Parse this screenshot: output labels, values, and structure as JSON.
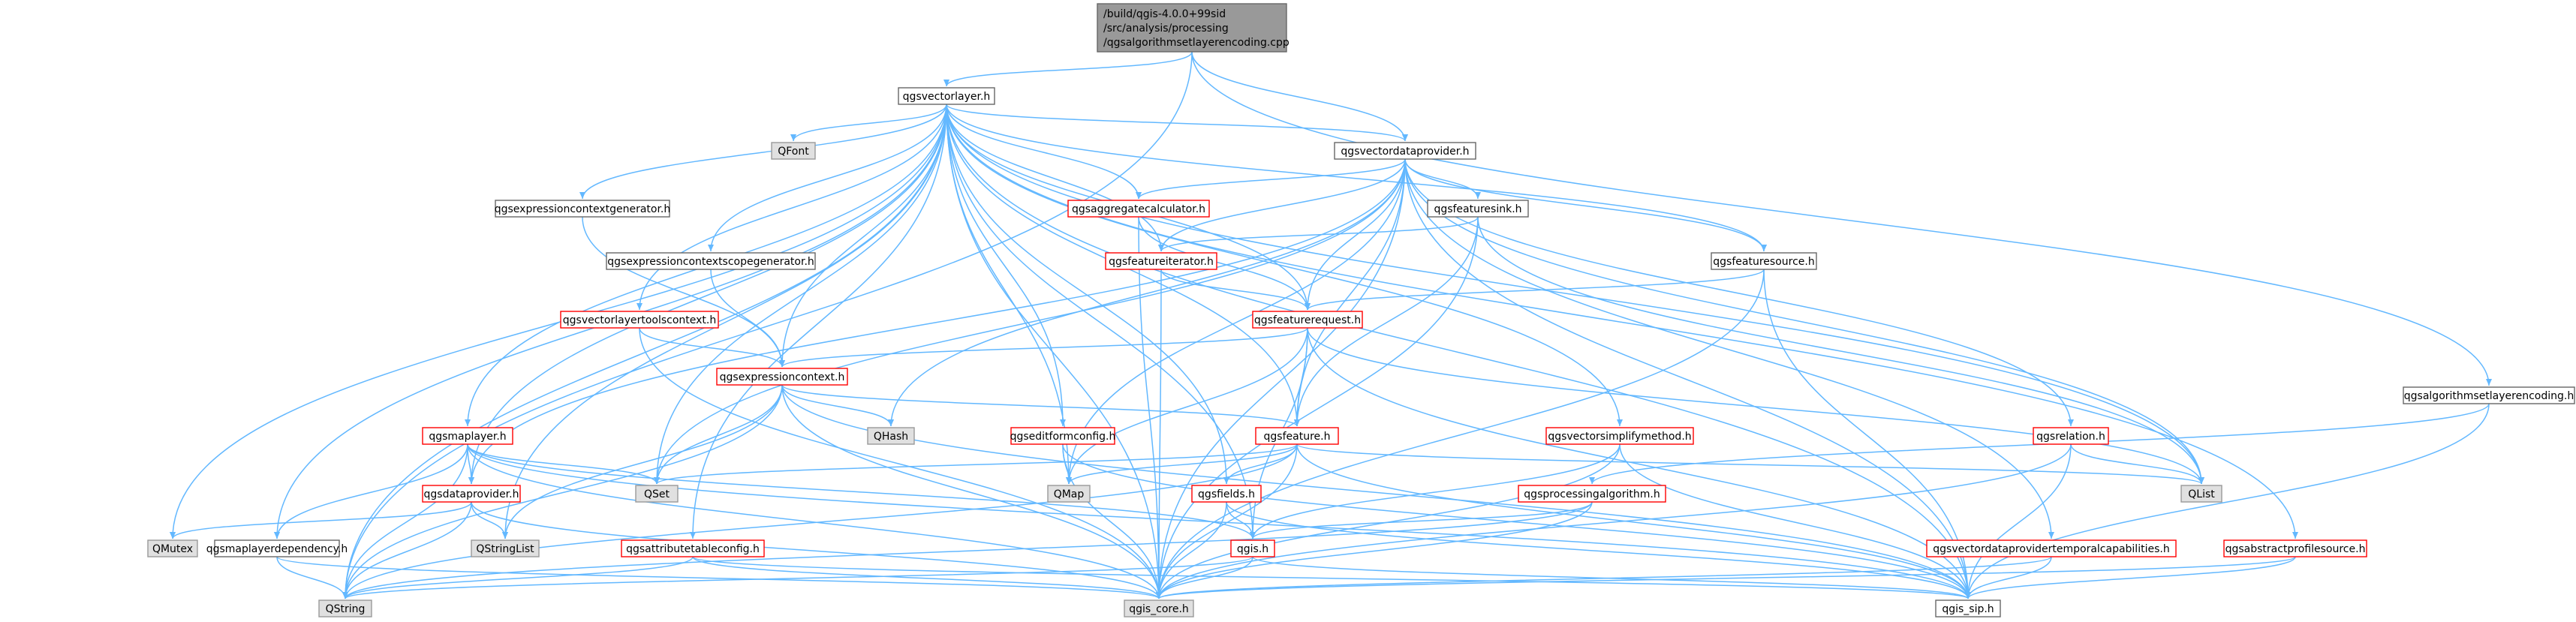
{
  "colors": {
    "edge": "#63b8ff",
    "root_fill": "#999999",
    "root_stroke": "#666666",
    "normal_fill": "#ffffff",
    "normal_stroke": "#666666",
    "red_stroke": "#ff0000",
    "gray_fill": "#e0e0e0",
    "gray_stroke": "#999999"
  },
  "nodes": [
    {
      "id": "root",
      "label": [
        "/build/qgis-4.0.0+99sid",
        "/src/analysis/processing",
        "/qgsalgorithmsetlayerencoding.cpp"
      ],
      "style": "root"
    },
    {
      "id": "vectorlayer",
      "label": [
        "qgsvectorlayer.h"
      ],
      "style": "normal"
    },
    {
      "id": "vectordataprovider",
      "label": [
        "qgsvectordataprovider.h"
      ],
      "style": "normal"
    },
    {
      "id": "algsetlayerenc",
      "label": [
        "qgsalgorithmsetlayerencoding.h"
      ],
      "style": "normal"
    },
    {
      "id": "qfont",
      "label": [
        "QFont"
      ],
      "style": "gray"
    },
    {
      "id": "exprctxgen",
      "label": [
        "qgsexpressioncontextgenerator.h"
      ],
      "style": "normal"
    },
    {
      "id": "exprscopegen",
      "label": [
        "qgsexpressioncontextscopegenerator.h"
      ],
      "style": "normal"
    },
    {
      "id": "aggcalc",
      "label": [
        "qgsaggregatecalculator.h"
      ],
      "style": "red"
    },
    {
      "id": "featuresink",
      "label": [
        "qgsfeaturesink.h"
      ],
      "style": "normal"
    },
    {
      "id": "featureiterator",
      "label": [
        "qgsfeatureiterator.h"
      ],
      "style": "red"
    },
    {
      "id": "featuresource",
      "label": [
        "qgsfeaturesource.h"
      ],
      "style": "normal"
    },
    {
      "id": "vltoolsctx",
      "label": [
        "qgsvectorlayertoolscontext.h"
      ],
      "style": "red"
    },
    {
      "id": "featurerequest",
      "label": [
        "qgsfeaturerequest.h"
      ],
      "style": "red"
    },
    {
      "id": "exprctx",
      "label": [
        "qgsexpressioncontext.h"
      ],
      "style": "red"
    },
    {
      "id": "maplayer",
      "label": [
        "qgsmaplayer.h"
      ],
      "style": "red"
    },
    {
      "id": "editformconfig",
      "label": [
        "qgseditformconfig.h"
      ],
      "style": "red"
    },
    {
      "id": "qhash",
      "label": [
        "QHash"
      ],
      "style": "gray"
    },
    {
      "id": "feature",
      "label": [
        "qgsfeature.h"
      ],
      "style": "red"
    },
    {
      "id": "relation",
      "label": [
        "qgsrelation.h"
      ],
      "style": "red"
    },
    {
      "id": "qset",
      "label": [
        "QSet"
      ],
      "style": "gray"
    },
    {
      "id": "qmap",
      "label": [
        "QMap"
      ],
      "style": "gray"
    },
    {
      "id": "qlist",
      "label": [
        "QList"
      ],
      "style": "gray"
    },
    {
      "id": "dataprovider",
      "label": [
        "qgsdataprovider.h"
      ],
      "style": "red"
    },
    {
      "id": "fields",
      "label": [
        "qgsfields.h"
      ],
      "style": "red"
    },
    {
      "id": "procalg",
      "label": [
        "qgsprocessingalgorithm.h"
      ],
      "style": "red"
    },
    {
      "id": "vsimplify",
      "label": [
        "qgsvectorsimplifymethod.h"
      ],
      "style": "red"
    },
    {
      "id": "qmutex",
      "label": [
        "QMutex"
      ],
      "style": "gray"
    },
    {
      "id": "mapdep",
      "label": [
        "qgsmaplayerdependency.h"
      ],
      "style": "normal"
    },
    {
      "id": "qstringlist",
      "label": [
        "QStringList"
      ],
      "style": "gray"
    },
    {
      "id": "attrtable",
      "label": [
        "qgsattributetableconfig.h"
      ],
      "style": "red"
    },
    {
      "id": "qgis",
      "label": [
        "qgis.h"
      ],
      "style": "red"
    },
    {
      "id": "vdptemporal",
      "label": [
        "qgsvectordataprovidertemporalcapabilities.h"
      ],
      "style": "red"
    },
    {
      "id": "abstractprofile",
      "label": [
        "qgsabstractprofilesource.h"
      ],
      "style": "red"
    },
    {
      "id": "qstring",
      "label": [
        "QString"
      ],
      "style": "gray"
    },
    {
      "id": "qgiscore",
      "label": [
        "qgis_core.h"
      ],
      "style": "gray"
    },
    {
      "id": "qgissip",
      "label": [
        "qgis_sip.h"
      ],
      "style": "normal"
    }
  ],
  "edges": [
    [
      "root",
      "vectorlayer"
    ],
    [
      "root",
      "vectordataprovider"
    ],
    [
      "root",
      "algsetlayerenc"
    ],
    [
      "root",
      "qstring"
    ],
    [
      "vectorlayer",
      "qfont"
    ],
    [
      "vectorlayer",
      "vectordataprovider"
    ],
    [
      "vectorlayer",
      "exprctxgen"
    ],
    [
      "vectorlayer",
      "exprscopegen"
    ],
    [
      "vectorlayer",
      "aggcalc"
    ],
    [
      "vectorlayer",
      "featureiterator"
    ],
    [
      "vectorlayer",
      "featuresource"
    ],
    [
      "vectorlayer",
      "vltoolsctx"
    ],
    [
      "vectorlayer",
      "featurerequest"
    ],
    [
      "vectorlayer",
      "exprctx"
    ],
    [
      "vectorlayer",
      "maplayer"
    ],
    [
      "vectorlayer",
      "editformconfig"
    ],
    [
      "vectorlayer",
      "feature"
    ],
    [
      "vectorlayer",
      "qset"
    ],
    [
      "vectorlayer",
      "qmap"
    ],
    [
      "vectorlayer",
      "qlist"
    ],
    [
      "vectorlayer",
      "dataprovider"
    ],
    [
      "vectorlayer",
      "fields"
    ],
    [
      "vectorlayer",
      "vsimplify"
    ],
    [
      "vectorlayer",
      "qmutex"
    ],
    [
      "vectorlayer",
      "mapdep"
    ],
    [
      "vectorlayer",
      "qstringlist"
    ],
    [
      "vectorlayer",
      "attrtable"
    ],
    [
      "vectorlayer",
      "abstractprofile"
    ],
    [
      "vectorlayer",
      "qstring"
    ],
    [
      "vectorlayer",
      "qgiscore"
    ],
    [
      "vectorlayer",
      "qgissip"
    ],
    [
      "vectorlayer",
      "qgis"
    ],
    [
      "vectordataprovider",
      "aggcalc"
    ],
    [
      "vectordataprovider",
      "featuresink"
    ],
    [
      "vectordataprovider",
      "featuresource"
    ],
    [
      "vectordataprovider",
      "featurerequest"
    ],
    [
      "vectordataprovider",
      "featureiterator"
    ],
    [
      "vectordataprovider",
      "feature"
    ],
    [
      "vectordataprovider",
      "relation"
    ],
    [
      "vectordataprovider",
      "dataprovider"
    ],
    [
      "vectordataprovider",
      "vdptemporal"
    ],
    [
      "vectordataprovider",
      "qhash"
    ],
    [
      "vectordataprovider",
      "qset"
    ],
    [
      "vectordataprovider",
      "qmap"
    ],
    [
      "vectordataprovider",
      "qlist"
    ],
    [
      "vectordataprovider",
      "qgiscore"
    ],
    [
      "vectordataprovider",
      "qgissip"
    ],
    [
      "algsetlayerenc",
      "procalg"
    ],
    [
      "algsetlayerenc",
      "qgissip"
    ],
    [
      "exprctxgen",
      "exprctx"
    ],
    [
      "exprscopegen",
      "exprctx"
    ],
    [
      "aggcalc",
      "featurerequest"
    ],
    [
      "aggcalc",
      "qgiscore"
    ],
    [
      "featuresink",
      "featureiterator"
    ],
    [
      "featuresink",
      "feature"
    ],
    [
      "featuresink",
      "qlist"
    ],
    [
      "featuresink",
      "qgiscore"
    ],
    [
      "featureiterator",
      "featurerequest"
    ],
    [
      "featureiterator",
      "qgiscore"
    ],
    [
      "featuresource",
      "featurerequest"
    ],
    [
      "featuresource",
      "qgiscore"
    ],
    [
      "featuresource",
      "qgissip"
    ],
    [
      "vltoolsctx",
      "exprctx"
    ],
    [
      "vltoolsctx",
      "qgiscore"
    ],
    [
      "featurerequest",
      "exprctx"
    ],
    [
      "featurerequest",
      "feature"
    ],
    [
      "featurerequest",
      "qgis"
    ],
    [
      "featurerequest",
      "qmap"
    ],
    [
      "featurerequest",
      "qlist"
    ],
    [
      "featurerequest",
      "qgissip"
    ],
    [
      "exprctx",
      "feature"
    ],
    [
      "exprctx",
      "qhash"
    ],
    [
      "exprctx",
      "qset"
    ],
    [
      "exprctx",
      "qstringlist"
    ],
    [
      "exprctx",
      "qstring"
    ],
    [
      "exprctx",
      "qgiscore"
    ],
    [
      "exprctx",
      "qgissip"
    ],
    [
      "maplayer",
      "dataprovider"
    ],
    [
      "maplayer",
      "mapdep"
    ],
    [
      "maplayer",
      "qset"
    ],
    [
      "maplayer",
      "qgis"
    ],
    [
      "maplayer",
      "qstring"
    ],
    [
      "maplayer",
      "qgiscore"
    ],
    [
      "maplayer",
      "qgissip"
    ],
    [
      "editformconfig",
      "qmap"
    ],
    [
      "editformconfig",
      "qgiscore"
    ],
    [
      "editformconfig",
      "qgissip"
    ],
    [
      "feature",
      "fields"
    ],
    [
      "feature",
      "qset"
    ],
    [
      "feature",
      "qmap"
    ],
    [
      "feature",
      "qlist"
    ],
    [
      "feature",
      "qstring"
    ],
    [
      "feature",
      "qgiscore"
    ],
    [
      "feature",
      "qgissip"
    ],
    [
      "relation",
      "qlist"
    ],
    [
      "relation",
      "qgiscore"
    ],
    [
      "relation",
      "qgissip"
    ],
    [
      "dataprovider",
      "qmutex"
    ],
    [
      "dataprovider",
      "qstringlist"
    ],
    [
      "dataprovider",
      "qstring"
    ],
    [
      "dataprovider",
      "qgiscore"
    ],
    [
      "fields",
      "qgis"
    ],
    [
      "fields",
      "qgiscore"
    ],
    [
      "fields",
      "qgissip"
    ],
    [
      "procalg",
      "qgis"
    ],
    [
      "procalg",
      "qgiscore"
    ],
    [
      "procalg",
      "qstring"
    ],
    [
      "vsimplify",
      "qgis"
    ],
    [
      "vsimplify",
      "qgiscore"
    ],
    [
      "vsimplify",
      "qgissip"
    ],
    [
      "mapdep",
      "qstring"
    ],
    [
      "mapdep",
      "qgiscore"
    ],
    [
      "attrtable",
      "qstring"
    ],
    [
      "attrtable",
      "qgiscore"
    ],
    [
      "attrtable",
      "qgissip"
    ],
    [
      "qgis",
      "qstring"
    ],
    [
      "qgis",
      "qgiscore"
    ],
    [
      "qgis",
      "qgissip"
    ],
    [
      "vdptemporal",
      "qgiscore"
    ],
    [
      "vdptemporal",
      "qgissip"
    ],
    [
      "abstractprofile",
      "qgiscore"
    ],
    [
      "abstractprofile",
      "qgissip"
    ]
  ]
}
